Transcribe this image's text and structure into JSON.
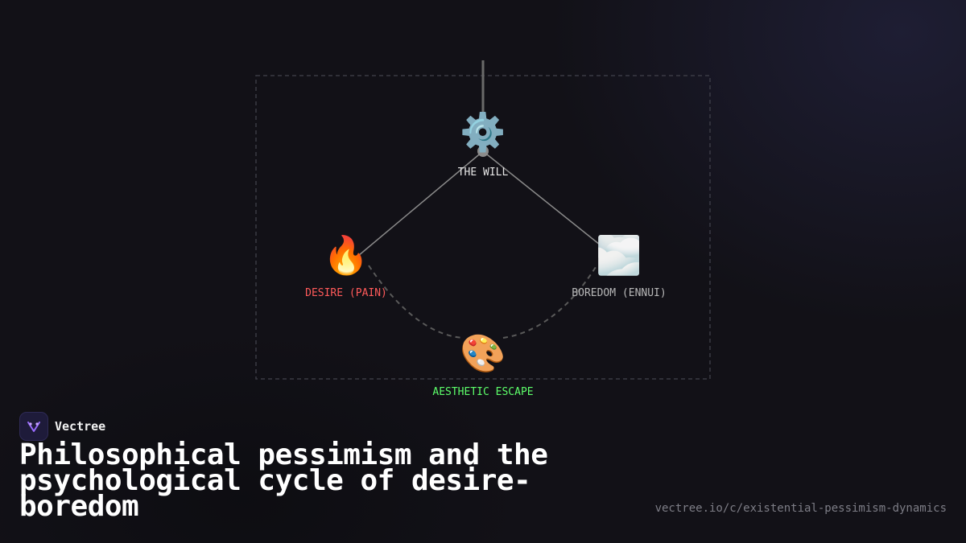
{
  "diagram": {
    "nodes": {
      "will": {
        "label": "THE WILL",
        "icon": "gear-icon",
        "emoji": "⚙️",
        "color": "#e6e6e6"
      },
      "desire": {
        "label": "DESIRE (PAIN)",
        "icon": "fire-icon",
        "emoji": "🔥",
        "color": "#ff5a5a"
      },
      "boredom": {
        "label": "BOREDOM (ENNUI)",
        "icon": "cloud-icon",
        "emoji": "🌫️",
        "color": "#b8b8b8"
      },
      "escape": {
        "label": "AESTHETIC ESCAPE",
        "icon": "palette-icon",
        "emoji": "🎨",
        "color": "#5dff6a"
      }
    }
  },
  "brand": {
    "name": "Vectree",
    "icon": "vectree-logo-icon"
  },
  "title": "Philosophical pessimism and the psychological cycle of desire-boredom",
  "url": "vectree.io/c/existential-pessimism-dynamics"
}
